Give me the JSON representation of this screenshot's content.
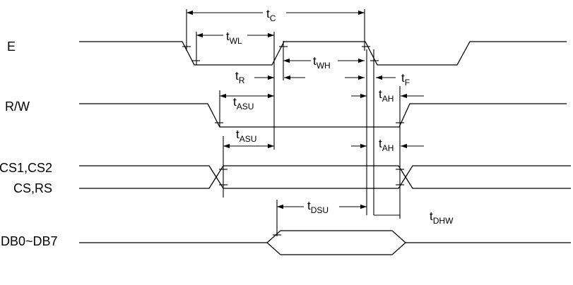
{
  "signals": {
    "e": "E",
    "rw": "R/W",
    "cs1": "CS1,CS2",
    "cs2": "CS,RS",
    "db": "DB0~DB7"
  },
  "timing": {
    "tc": {
      "main": "t",
      "sub": "C"
    },
    "twl": {
      "main": "t",
      "sub": "WL"
    },
    "twh": {
      "main": "t",
      "sub": "WH"
    },
    "tr": {
      "main": "t",
      "sub": "R"
    },
    "tf": {
      "main": "t",
      "sub": "F"
    },
    "tasu1": {
      "main": "t",
      "sub": "ASU"
    },
    "tasu2": {
      "main": "t",
      "sub": "ASU"
    },
    "tah1": {
      "main": "t",
      "sub": "AH"
    },
    "tah2": {
      "main": "t",
      "sub": "AH"
    },
    "tdsu": {
      "main": "t",
      "sub": "DSU"
    },
    "tdhw": {
      "main": "t",
      "sub": "DHW"
    }
  }
}
